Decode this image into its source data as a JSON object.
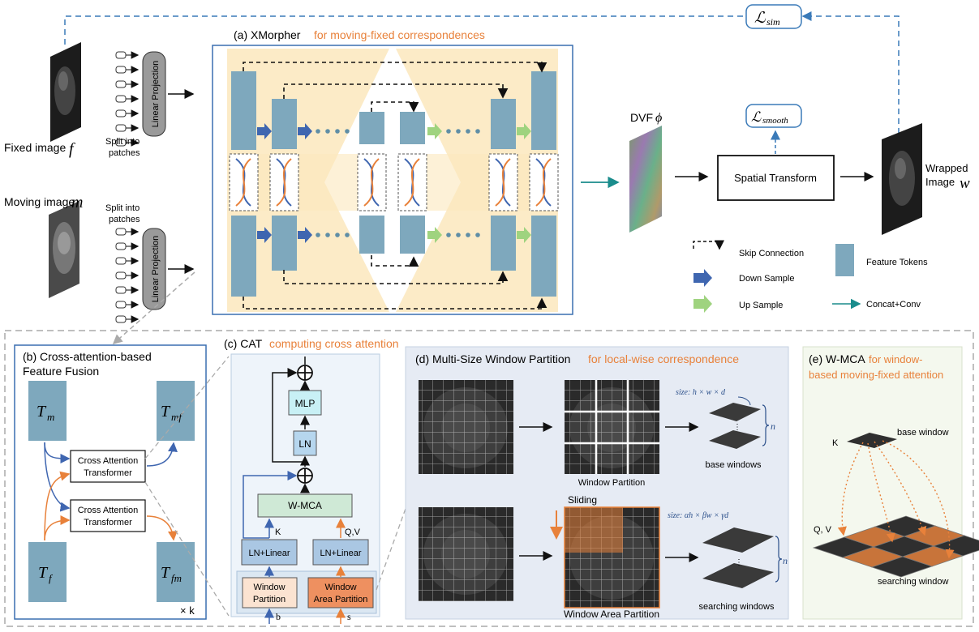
{
  "colors": {
    "token_blue": "#7ea8bd",
    "token_blue_dark": "#5f8ea6",
    "orange": "#e8813a",
    "down_arrow": "#3f66b0",
    "up_arrow": "#9fd37f",
    "teal": "#1a8c8c",
    "cream": "#fbe8bd",
    "panel_bg": "#f3f6fb",
    "panel_d_bg": "#e6ebf4",
    "panel_e_bg": "#f4f8ee"
  },
  "top": {
    "xmorpher_title": "(a) XMorpher",
    "xmorpher_subtitle": "for moving-fixed correspondences",
    "fixed_image_label": "Fixed image",
    "fixed_image_symbol": "f",
    "moving_image_label": "Moving image",
    "moving_image_symbol": "m",
    "linear_projection": "Linear Projection",
    "split_label_1": "Split into",
    "split_label_2": "patches",
    "dvf_label": "DVF",
    "dvf_symbol": "ϕ",
    "spatial_transform": "Spatial Transform",
    "wrapped_label_1": "Wrapped",
    "wrapped_label_2": "Image",
    "wrapped_symbol": "w",
    "loss_sim": "sim",
    "loss_smooth": "smooth",
    "loss_symbol": "ℒ"
  },
  "legend": {
    "skip": "Skip Connection",
    "down": "Down Sample",
    "up": "Up Sample",
    "tokens": "Feature Tokens",
    "concat": "Concat+Conv"
  },
  "panel_b": {
    "title_1": "(b) Cross-attention-based",
    "title_2": "Feature Fusion",
    "cat_1": "Cross Attention",
    "cat_2": "Transformer",
    "t_m": "T",
    "t_m_sub": "m",
    "t_mf_sub": "mf",
    "t_f_sub": "f",
    "t_fm_sub": "fm",
    "times_k": "× k"
  },
  "panel_c": {
    "title": "(c) CAT",
    "subtitle": "computing cross attention",
    "mlp": "MLP",
    "ln": "LN",
    "wmca": "W-MCA",
    "ln_linear": "LN+Linear",
    "k": "K",
    "qv": "Q,V",
    "window_partition_1": "Window",
    "window_partition_2": "Partition",
    "window_area_1": "Window",
    "window_area_2": "Area Partition",
    "b": "b",
    "s": "s"
  },
  "panel_d": {
    "title": "(d) Multi-Size Window Partition",
    "subtitle": "for local-wise correspondence",
    "window_partition": "Window Partition",
    "window_area_partition": "Window Area Partition",
    "sliding": "Sliding",
    "size_1": "size: h × w × d",
    "size_2": "size: αh × βw × γd",
    "base_windows": "base windows",
    "searching_windows": "searching windows",
    "n": "n"
  },
  "panel_e": {
    "title_main": "(e) W-MCA",
    "title_sub_1": "for window-",
    "title_sub_2": "based moving-fixed attention",
    "k": "K",
    "qv": "Q, V",
    "base_window": "base window",
    "searching_window": "searching window"
  }
}
